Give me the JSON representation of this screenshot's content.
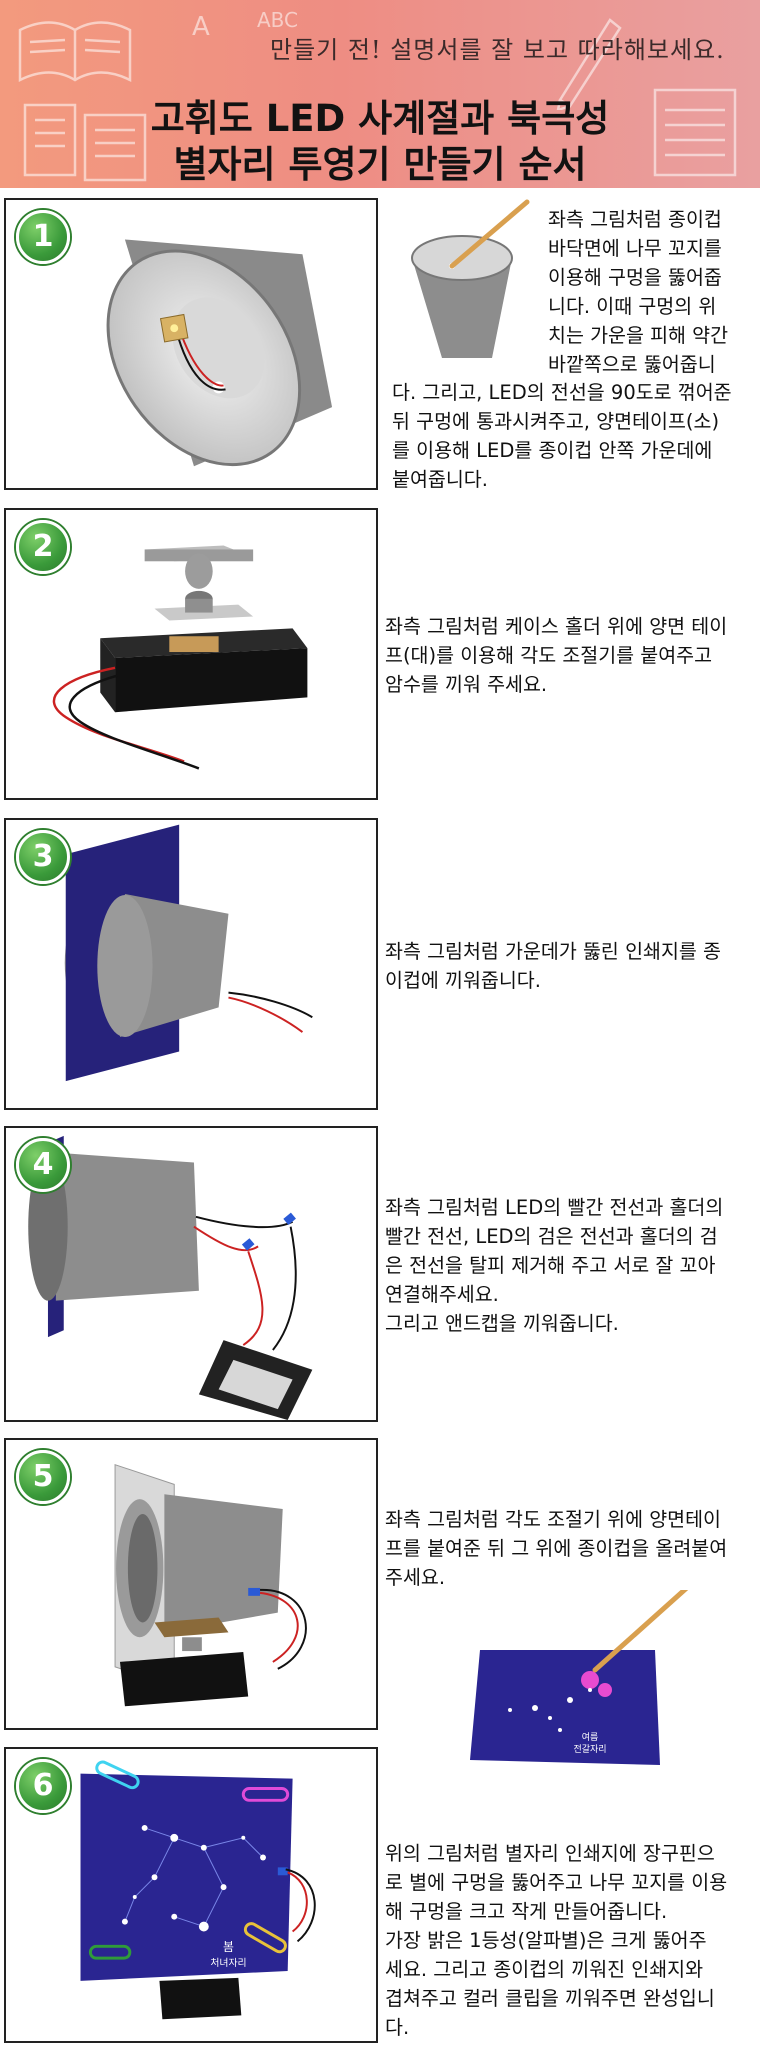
{
  "header": {
    "subtitle": "만들기 전! 설명서를 잘 보고 따라해보세요.",
    "title_line1": "고휘도 LED 사계절과 북극성",
    "title_line2": "별자리 투영기 만들기 순서",
    "doodle_letters_1": "A",
    "doodle_letters_2": "ABC"
  },
  "steps": [
    {
      "number": "1",
      "text_top": "좌측 그림처럼 종이컵\n바닥면에 나무 꼬지를\n이용해 구멍을 뚫어줍\n니다. 이때 구멍의 위\n치는 가운을 피해 약간\n바깥쪽으로 뚫어줍니",
      "text_bottom": "다. 그리고, LED의 전선을 90도로 꺾어준\n뒤 구멍에 통과시켜주고, 양면테이프(소)\n를 이용해 LED를 종이컵 안쪽 가운데에\n붙여줍니다."
    },
    {
      "number": "2",
      "text": "좌측 그림처럼 케이스 홀더 위에 양면 테이\n프(대)를 이용해 각도 조절기를 붙여주고\n암수를 끼워 주세요."
    },
    {
      "number": "3",
      "text": "좌측 그림처럼 가운데가 뚫린 인쇄지를 종\n이컵에 끼워줍니다."
    },
    {
      "number": "4",
      "text": "좌측 그림처럼 LED의 빨간 전선과 홀더의\n빨간 전선, LED의 검은 전선과 홀더의 검\n은 전선을 탈피 제거해 주고 서로 잘 꼬아\n연결해주세요.\n그리고 앤드캡을 끼워줍니다."
    },
    {
      "number": "5",
      "text": "좌측 그림처럼 각도 조절기 위에 양면테이\n프를 붙여준 뒤 그 위에 종이컵을 올려붙여\n주세요."
    },
    {
      "number": "6",
      "text": "위의 그림처럼 별자리 인쇄지에 장구핀으\n로 별에 구멍을 뚫어주고 나무 꼬지를 이용\n해 구멍을 크고 작게 만들어줍니다.\n가장 밝은 1등성(알파별)은 크게 뚫어주\n세요. 그리고 종이컵의 끼워진 인쇄지와\n겹쳐주고 컬러 클립을 끼워주면 완성입니\n다."
    }
  ],
  "star_card_labels": {
    "small_card_text": "여름",
    "small_card_text2": "전갈자리",
    "big_card_text": "봄",
    "big_card_text2": "처녀자리"
  },
  "colors": {
    "banner": "#f39a7e",
    "badge_green": "#3a9a3a",
    "cup_gray": "#8d8d8d",
    "navy_paper": "#26227a",
    "wire_red": "#d42020"
  }
}
